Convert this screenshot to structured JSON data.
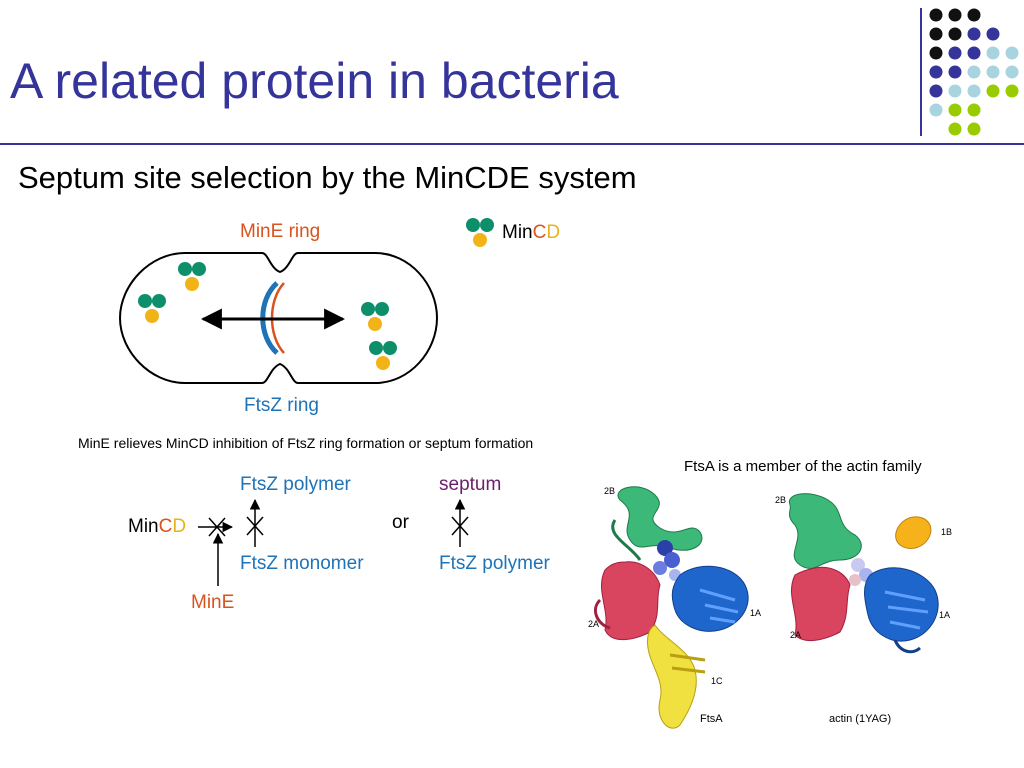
{
  "slide": {
    "title": "A related protein in bacteria",
    "subtitle": "Septum site selection by the MinCDE system"
  },
  "cell_diagram": {
    "mine_ring_label": "MinE ring",
    "ftsz_ring_label": "FtsZ ring",
    "legend_prefix": "Min",
    "legend_c": "C",
    "legend_d": "D"
  },
  "note": "MinE relieves MinCD inhibition of FtsZ ring formation or septum formation",
  "pathway": {
    "mincd_prefix": "Min",
    "mincd_c": "C",
    "mincd_d": "D",
    "ftsz_polymer": "FtsZ polymer",
    "ftsz_monomer": "FtsZ monomer",
    "mine": "MinE",
    "or": "or",
    "septum": "septum",
    "ftsz_polymer_2": "FtsZ polymer"
  },
  "structures": {
    "caption": "FtsA is a member of the actin family",
    "left": {
      "name": "FtsA",
      "labels": [
        "2B",
        "2A",
        "1A",
        "1C"
      ]
    },
    "right": {
      "name": "actin (1YAG)",
      "labels": [
        "2B",
        "1B",
        "2A",
        "1A"
      ]
    }
  },
  "colors": {
    "title": "#34349a",
    "ftsz_blue": "#1f73b7",
    "mine_orange": "#d9531e",
    "mincd_green": "#0e8f6c",
    "mincd_yellow": "#f2b316",
    "septum_purple": "#6b1f6b",
    "accent_lime": "#99cc00",
    "accent_lightblue": "#a8d4e0"
  }
}
